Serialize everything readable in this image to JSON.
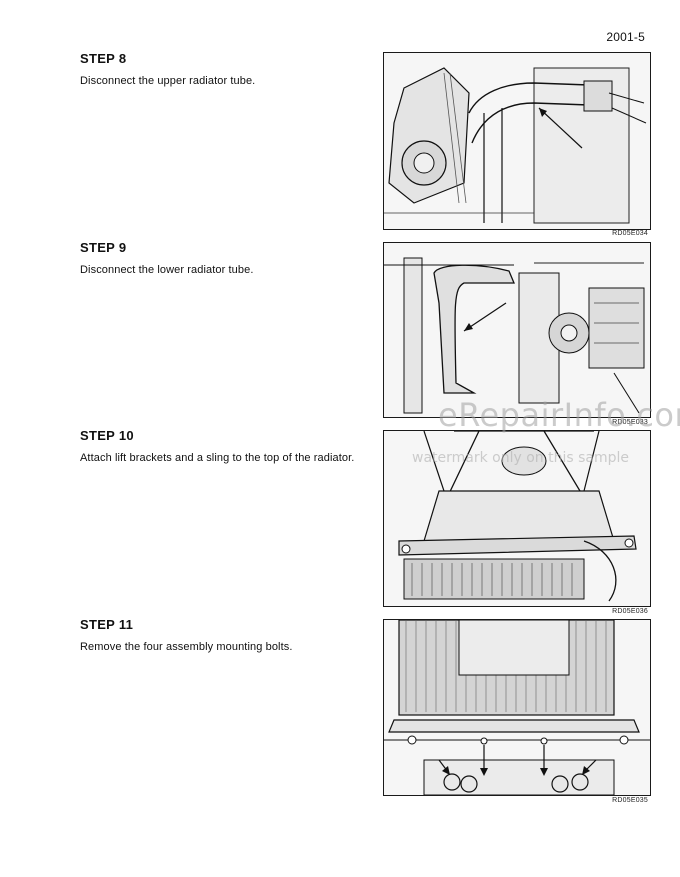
{
  "page": {
    "number": "2001-5"
  },
  "steps": [
    {
      "heading": "STEP  8",
      "text": "Disconnect the upper radiator tube.",
      "figure_code": "RD05E034"
    },
    {
      "heading": "STEP  9",
      "text": "Disconnect the lower radiator tube.",
      "figure_code": "RD05E033"
    },
    {
      "heading": "STEP  10",
      "text": "Attach lift brackets and a sling to the top of the radiator.",
      "figure_code": "RD05E036"
    },
    {
      "heading": "STEP  11",
      "text": "Remove the four assembly mounting bolts.",
      "figure_code": "RD05E035"
    }
  ],
  "watermark": {
    "main": "eRepairInfo.com",
    "sub": "watermark only on this sample"
  }
}
